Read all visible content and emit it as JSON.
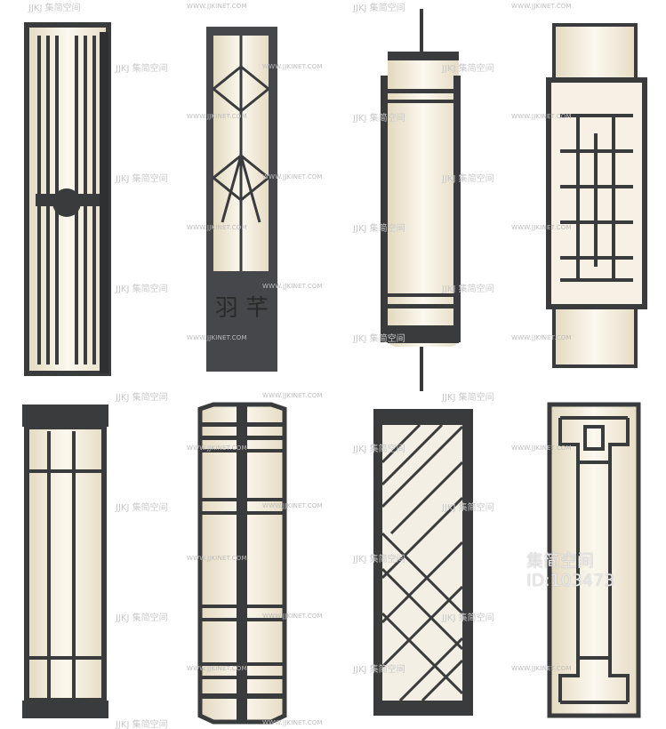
{
  "watermark": {
    "brand": "JJKJ 集简空间",
    "url": "WWW.JJKINET.COM",
    "center_name": "集简空间",
    "center_id": "ID:103473"
  },
  "lamps": [
    {
      "name": "vertical-bar-wall-lamp"
    },
    {
      "name": "lattice-panel-lamp",
      "inscription": "羽 芊"
    },
    {
      "name": "cylindrical-wall-lamp"
    },
    {
      "name": "fretwork-wall-lamp"
    },
    {
      "name": "square-column-lamp"
    },
    {
      "name": "octagonal-column-lamp"
    },
    {
      "name": "diagonal-lattice-lamp"
    },
    {
      "name": "chinese-knot-lamp"
    }
  ],
  "colors": {
    "frame": "#3a3b3d",
    "glow": "#f4eedf",
    "shade": "#e9e3d2"
  }
}
